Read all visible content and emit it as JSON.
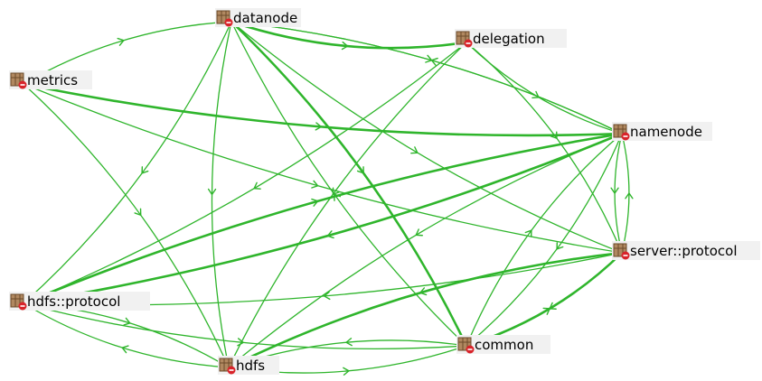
{
  "graph": {
    "edge_color": "#2fb52c",
    "node_icon": "package-icon",
    "nodes": [
      {
        "id": "datanode",
        "label": "datanode"
      },
      {
        "id": "delegation",
        "label": "delegation"
      },
      {
        "id": "metrics",
        "label": "metrics"
      },
      {
        "id": "namenode",
        "label": "namenode"
      },
      {
        "id": "server_protocol",
        "label": "server::protocol"
      },
      {
        "id": "hdfs_protocol",
        "label": "hdfs::protocol"
      },
      {
        "id": "common",
        "label": "common"
      },
      {
        "id": "hdfs",
        "label": "hdfs"
      }
    ],
    "edges": [
      {
        "from": "datanode",
        "to": "delegation"
      },
      {
        "from": "datanode",
        "to": "namenode"
      },
      {
        "from": "datanode",
        "to": "server_protocol"
      },
      {
        "from": "datanode",
        "to": "hdfs_protocol"
      },
      {
        "from": "datanode",
        "to": "hdfs"
      },
      {
        "from": "datanode",
        "to": "common"
      },
      {
        "from": "delegation",
        "to": "namenode"
      },
      {
        "from": "delegation",
        "to": "hdfs_protocol"
      },
      {
        "from": "delegation",
        "to": "hdfs"
      },
      {
        "from": "delegation",
        "to": "server_protocol"
      },
      {
        "from": "metrics",
        "to": "namenode"
      },
      {
        "from": "metrics",
        "to": "datanode"
      },
      {
        "from": "metrics",
        "to": "server_protocol"
      },
      {
        "from": "metrics",
        "to": "hdfs"
      },
      {
        "from": "namenode",
        "to": "server_protocol"
      },
      {
        "from": "namenode",
        "to": "hdfs_protocol"
      },
      {
        "from": "namenode",
        "to": "hdfs"
      },
      {
        "from": "namenode",
        "to": "common"
      },
      {
        "from": "namenode",
        "to": "datanode"
      },
      {
        "from": "server_protocol",
        "to": "hdfs_protocol"
      },
      {
        "from": "server_protocol",
        "to": "hdfs"
      },
      {
        "from": "server_protocol",
        "to": "common"
      },
      {
        "from": "server_protocol",
        "to": "namenode"
      },
      {
        "from": "hdfs_protocol",
        "to": "hdfs"
      },
      {
        "from": "hdfs_protocol",
        "to": "common"
      },
      {
        "from": "hdfs_protocol",
        "to": "namenode"
      },
      {
        "from": "hdfs",
        "to": "common"
      },
      {
        "from": "hdfs",
        "to": "hdfs_protocol"
      },
      {
        "from": "common",
        "to": "hdfs"
      },
      {
        "from": "common",
        "to": "namenode"
      },
      {
        "from": "common",
        "to": "server_protocol"
      },
      {
        "from": "common",
        "to": "datanode"
      }
    ]
  }
}
